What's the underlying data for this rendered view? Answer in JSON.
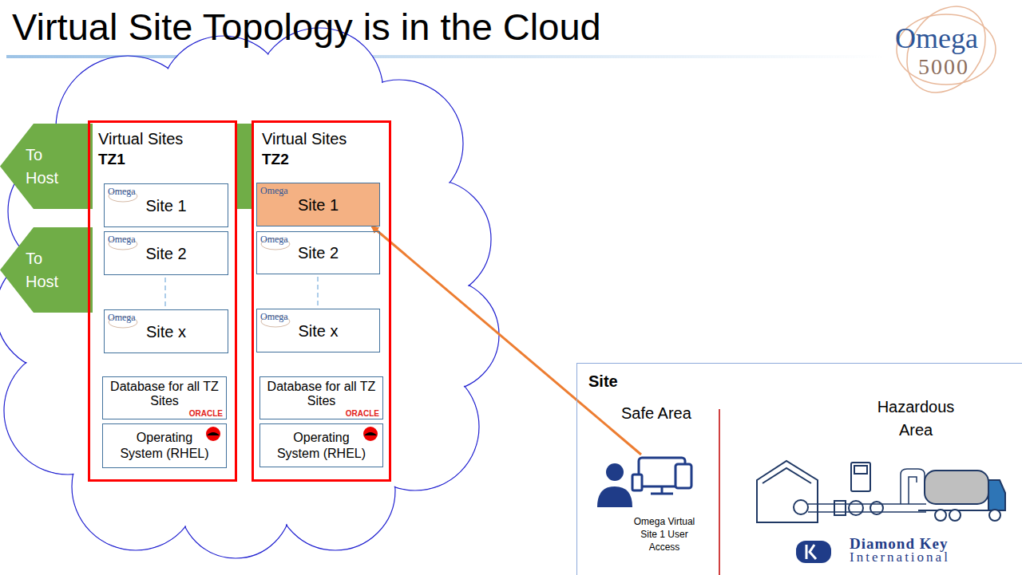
{
  "diagram": {
    "title": "Virtual Site Topology is in the Cloud",
    "nodes": [
      {
        "text": [
          "To Host"
        ]
      },
      {
        "text": [
          "To Host"
        ]
      },
      {
        "text": [
          "Virtual Sites",
          "TZ1"
        ]
      },
      {
        "text": [
          "Omega",
          "Site 1"
        ],
        "in": 2
      },
      {
        "text": [
          "Omega",
          "Site 2"
        ],
        "in": 2
      },
      {
        "text": [
          "Omega",
          "Site x"
        ],
        "in": 2
      },
      {
        "text": [
          "Database for all TZ Sites",
          "ORACLE"
        ],
        "in": 2
      },
      {
        "text": [
          "Operating System (RHEL)"
        ],
        "in": 2
      },
      {
        "text": [
          "Virtual Sites",
          "TZ2"
        ]
      },
      {
        "text": [
          "Omega",
          "Site 1"
        ],
        "in": 8
      },
      {
        "text": [
          "Omega",
          "Site 2"
        ],
        "in": 8
      },
      {
        "text": [
          "Omega",
          "Site x"
        ],
        "in": 8
      },
      {
        "text": [
          "Database for all TZ Sites",
          "ORACLE"
        ],
        "in": 8
      },
      {
        "text": [
          "Operating System (RHEL)"
        ],
        "in": 8
      },
      {
        "text": [
          "Site"
        ]
      },
      {
        "text": [
          "Omega Virtual Site 1 User Access"
        ],
        "in": 14
      }
    ],
    "edges": [
      {
        "from": 15,
        "to": 9,
        "arrow": "to"
      }
    ],
    "labels": [
      "Omega",
      "5000",
      "Safe Area",
      "Hazardous Area",
      "Diamond Key",
      "International"
    ]
  }
}
